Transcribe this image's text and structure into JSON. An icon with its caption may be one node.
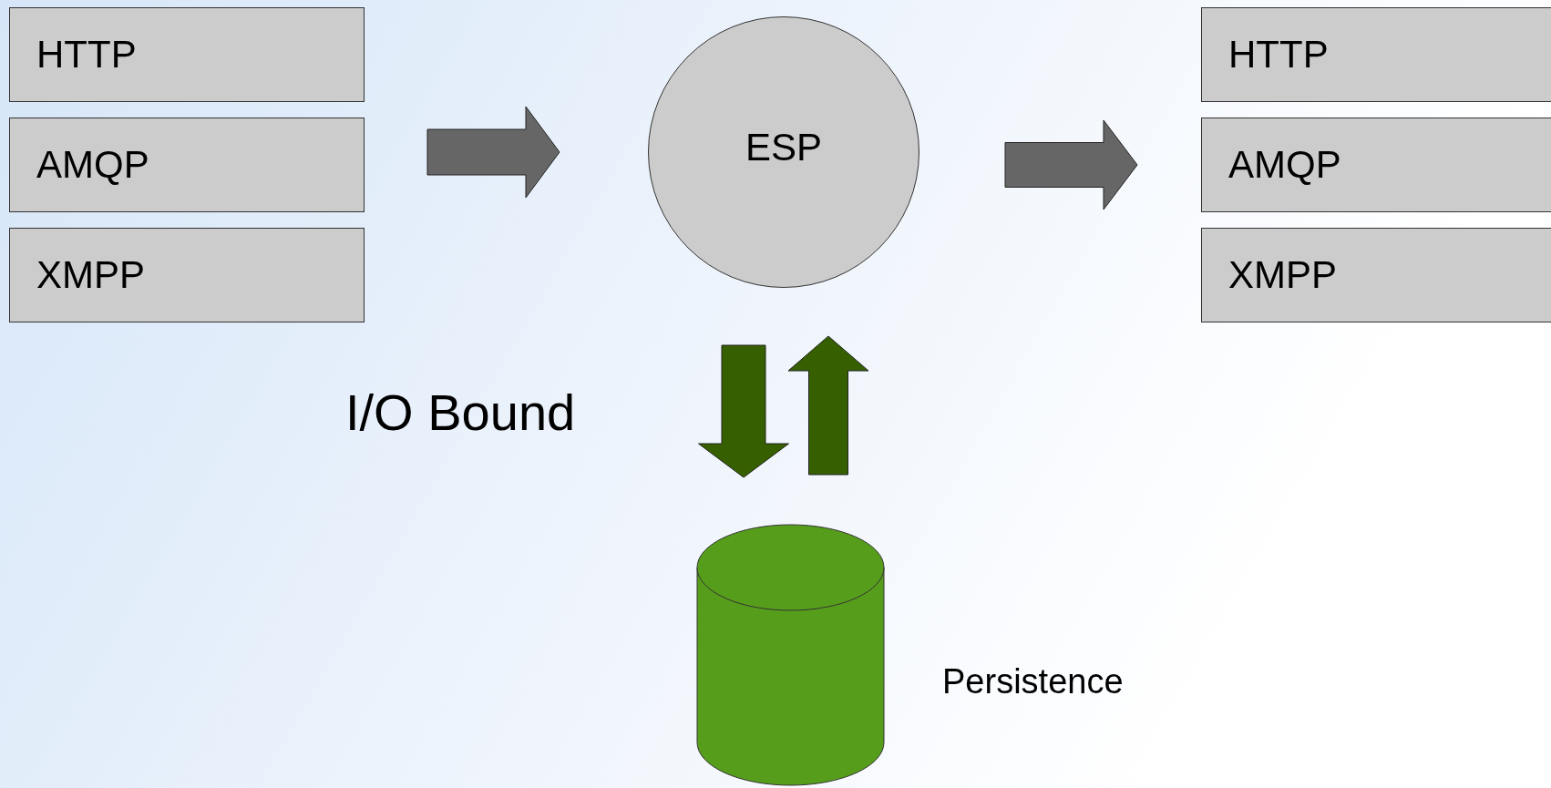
{
  "diagram": {
    "nodes": [
      {
        "text": [
          "HTTP"
        ]
      },
      {
        "text": [
          "AMQP"
        ]
      },
      {
        "text": [
          "XMPP"
        ]
      },
      {
        "text": [
          "ESP"
        ]
      },
      {
        "text": [
          "HTTP"
        ]
      },
      {
        "text": [
          "AMQP"
        ]
      },
      {
        "text": [
          "XMPP"
        ]
      },
      {
        "text": [],
        "shape": "cylinder",
        "beside": [
          "Persistence"
        ]
      }
    ],
    "edges": [
      {
        "from": 0,
        "to": 3,
        "arrow": "to"
      },
      {
        "from": 1,
        "to": 3,
        "arrow": "to"
      },
      {
        "from": 2,
        "to": 3,
        "arrow": "to"
      },
      {
        "from": 3,
        "to": 4,
        "arrow": "to"
      },
      {
        "from": 3,
        "to": 5,
        "arrow": "to"
      },
      {
        "from": 3,
        "to": 6,
        "arrow": "to"
      },
      {
        "from": 3,
        "to": 7,
        "arrow": "to",
        "color": "#365f00"
      },
      {
        "from": 7,
        "to": 3,
        "arrow": "to",
        "color": "#365f00"
      }
    ],
    "labels": [
      "I/O Bound"
    ]
  }
}
